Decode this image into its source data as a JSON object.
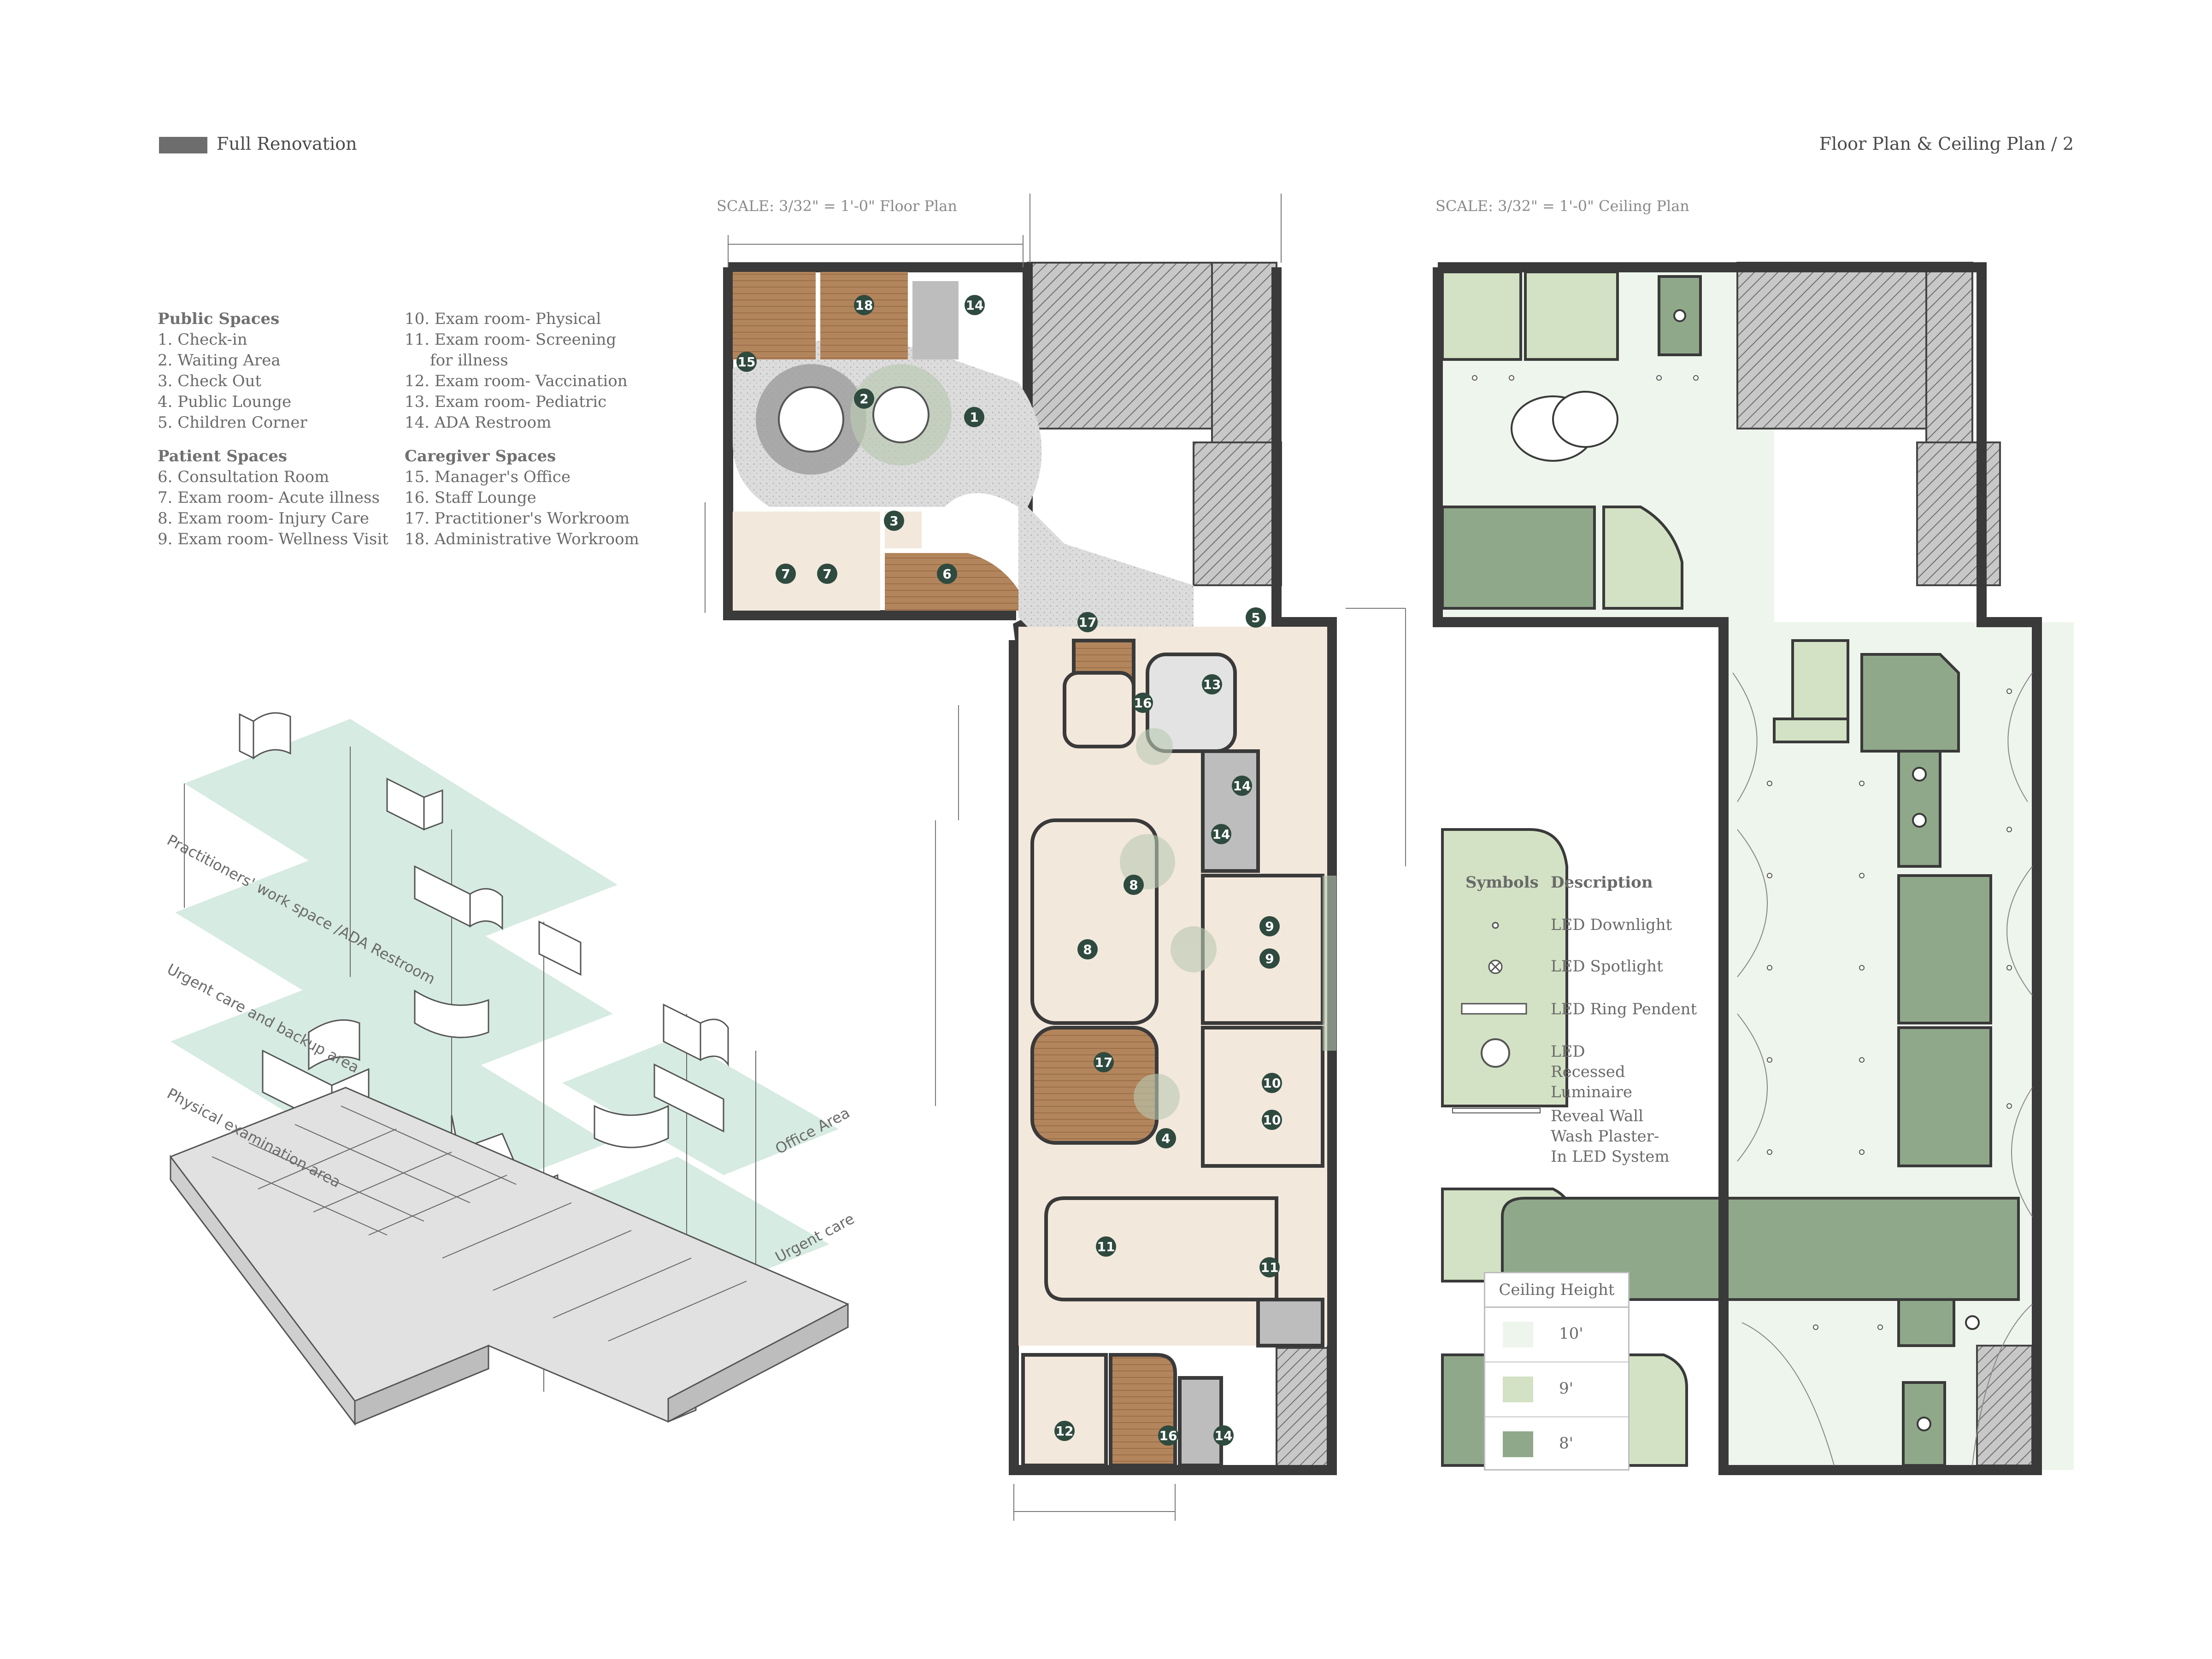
{
  "header": {
    "label": "Full Renovation",
    "swatch_color": "#6d6d6d",
    "sheet_title": "Floor Plan & Ceiling Plan / 2"
  },
  "floor_plan": {
    "scale": "SCALE: 3/32\" = 1'-0\" Floor Plan",
    "markers": [
      "1",
      "2",
      "3",
      "4",
      "5",
      "6",
      "7",
      "7",
      "8",
      "8",
      "9",
      "9",
      "10",
      "10",
      "11",
      "11",
      "12",
      "13",
      "14",
      "14",
      "14",
      "14",
      "15",
      "16",
      "16",
      "17",
      "17",
      "18"
    ]
  },
  "ceiling_plan": {
    "scale": "SCALE: 3/32\" = 1'-0\" Ceiling Plan"
  },
  "legend": {
    "public": {
      "title": "Public Spaces",
      "items": [
        "1. Check-in",
        "2. Waiting Area",
        "3. Check Out",
        "4. Public Lounge",
        "5. Children Corner"
      ]
    },
    "patient": {
      "title": "Patient Spaces",
      "items": [
        "6. Consultation Room",
        "7. Exam room- Acute illness",
        "8. Exam room- Injury Care",
        "9. Exam room- Wellness Visit"
      ]
    },
    "exam": {
      "items": [
        "10. Exam room- Physical",
        "11. Exam room- Screening",
        "for illness",
        "12. Exam room- Vaccination",
        "13. Exam room- Pediatric",
        "14. ADA Restroom"
      ]
    },
    "caregiver": {
      "title": "Caregiver Spaces",
      "items": [
        "15. Manager's Office",
        "16. Staff Lounge",
        "17. Practitioner's Workroom",
        "18. Administrative Workroom"
      ]
    }
  },
  "axon": {
    "labels": [
      "Practitioners' work space /ADA Restroom",
      "Urgent care and backup area",
      "Physical examination area",
      "Office Area",
      "Urgent care"
    ]
  },
  "symbols": {
    "head_symbol": "Symbols",
    "head_desc": "Description",
    "items": [
      "LED Downlight",
      "LED Spotlight",
      "LED  Ring Pendent",
      "LED Recessed Luminaire",
      "Reveal Wall Wash Plaster- In LED System"
    ]
  },
  "ceiling_height": {
    "title": "Ceiling Height",
    "rows": [
      {
        "label": "10'",
        "color": "#eef5ec"
      },
      {
        "label": "9'",
        "color": "#d3e2c4"
      },
      {
        "label": "8'",
        "color": "#8fa88a"
      }
    ]
  },
  "colors": {
    "wall": "#3a3a3a",
    "wood": "#b3855c",
    "cream": "#f3e8dc",
    "terrazzo": "#d9d9d9",
    "hatch": "#9a9a9a",
    "mint": "#cfe8dd"
  }
}
